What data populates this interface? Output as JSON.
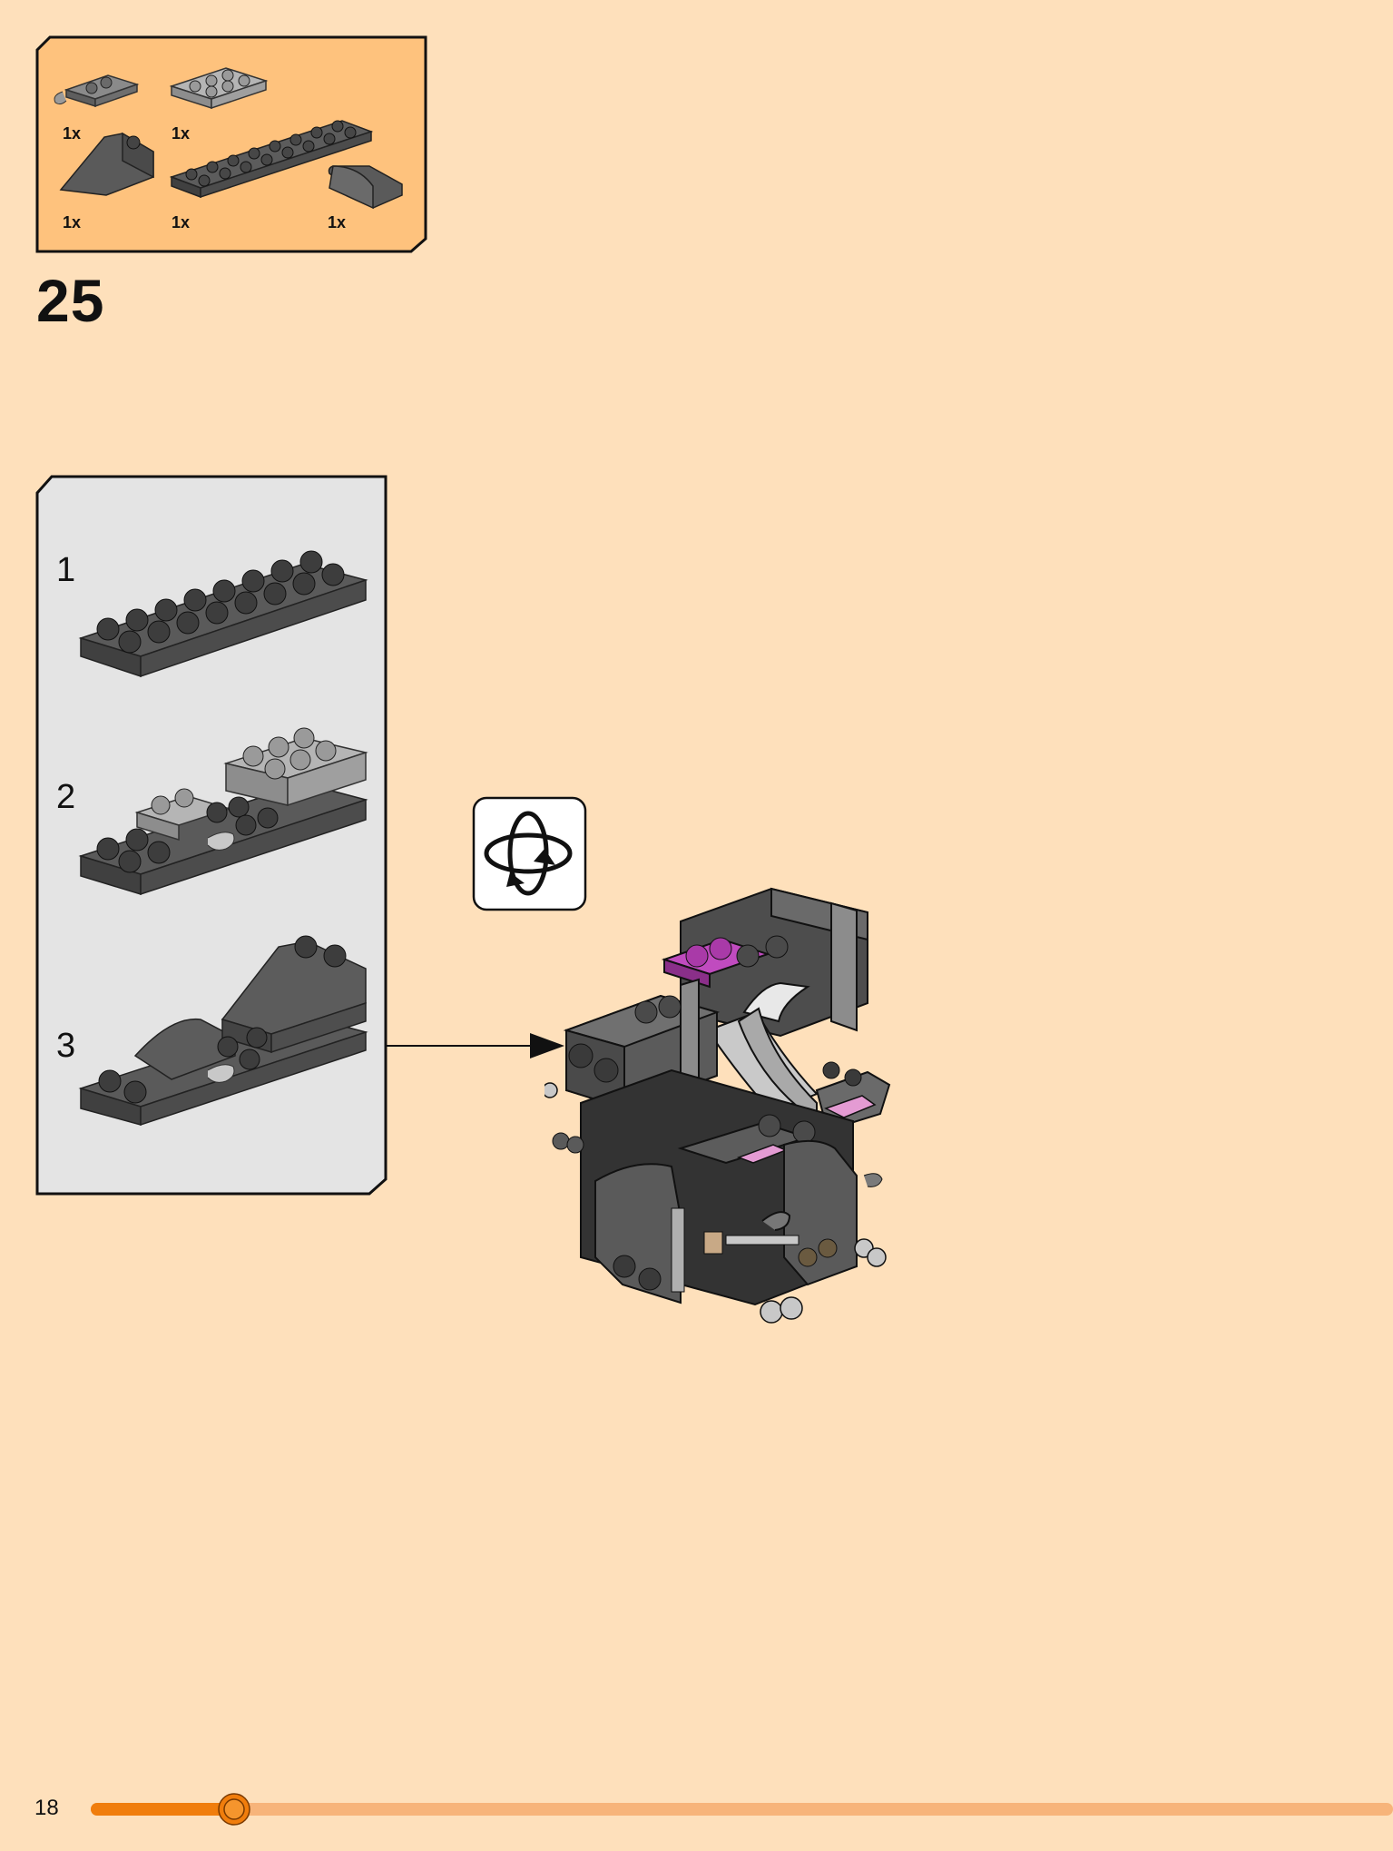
{
  "step": {
    "number": "25"
  },
  "parts": [
    {
      "qty": "1x",
      "color": "#7a7a7a",
      "name": "plate-with-clip"
    },
    {
      "qty": "1x",
      "color": "#a9a9a9",
      "name": "plate-2x3"
    },
    {
      "qty": "1x",
      "color": "#5a5a5a",
      "name": "slope-brick"
    },
    {
      "qty": "1x",
      "color": "#5a5a5a",
      "name": "plate-2x8"
    },
    {
      "qty": "1x",
      "color": "#5a5a5a",
      "name": "curved-slope"
    }
  ],
  "substeps": [
    {
      "number": "1"
    },
    {
      "number": "2"
    },
    {
      "number": "3"
    }
  ],
  "page": {
    "number": "18",
    "progress": 0.11
  },
  "colors": {
    "background": "#fee0bb",
    "parts_box": "#fec27d",
    "substep_box": "#e4e4e4",
    "progress_track": "#f7b47a",
    "progress_fill": "#f07d0c",
    "accent_magenta": "#c04bbf"
  },
  "icons": [
    "rotate-model-icon",
    "callout-arrow"
  ]
}
